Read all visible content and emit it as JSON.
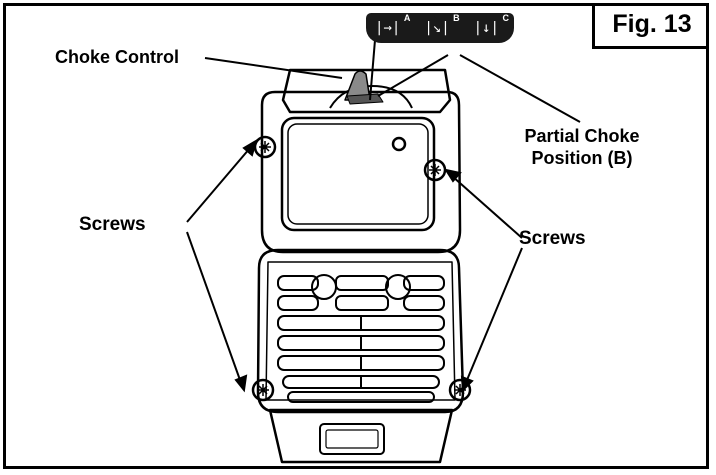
{
  "figure": {
    "label": "Fig. 13"
  },
  "callouts": {
    "choke_control": "Choke Control",
    "partial_choke": "Partial Choke Position (B)",
    "screws_left": "Screws",
    "screws_right": "Screws"
  },
  "choke_positions": [
    {
      "symbol": "|→|",
      "letter": "A"
    },
    {
      "symbol": "|↘|",
      "letter": "B"
    },
    {
      "symbol": "|↓|",
      "letter": "C"
    }
  ]
}
